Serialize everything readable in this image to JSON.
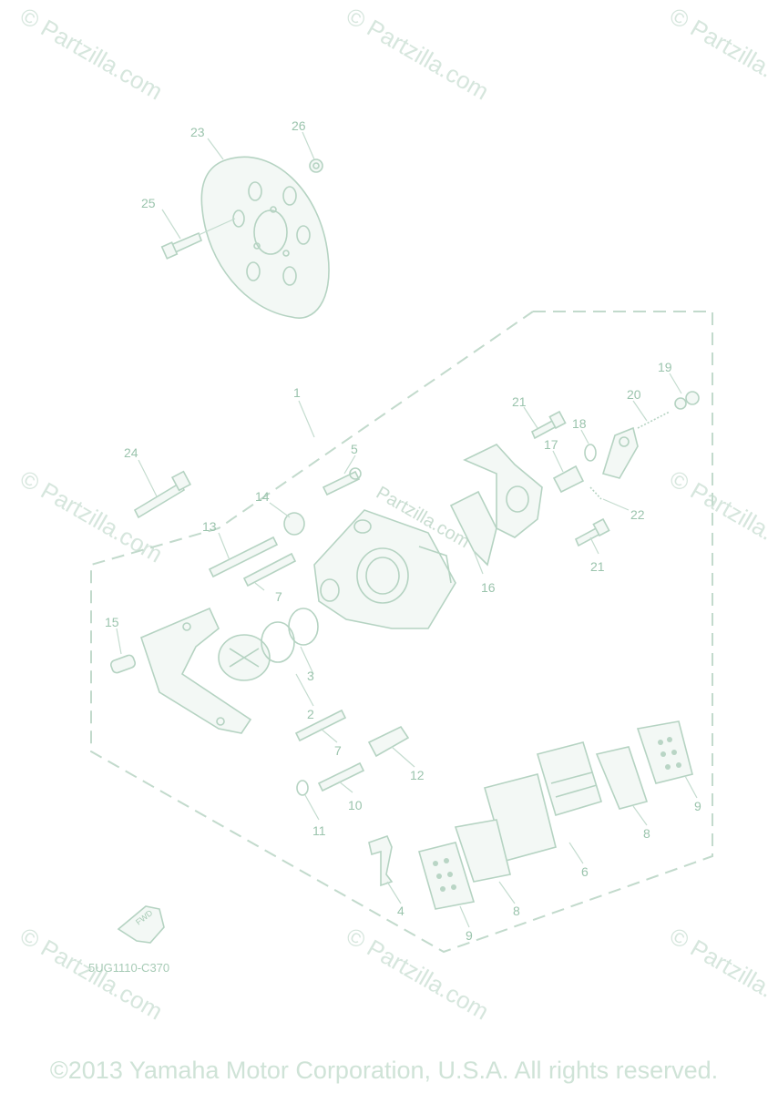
{
  "watermark": "© Partzilla.com",
  "center_watermark": "Partzilla.com",
  "diagram_code": "5UG1110-C370",
  "fwd_label": "FWD",
  "copyright": "©2013 Yamaha Motor Corporation, U.S.A. All rights reserved.",
  "callouts": [
    "1",
    "2",
    "3",
    "4",
    "5",
    "6",
    "7",
    "7",
    "8",
    "8",
    "9",
    "9",
    "10",
    "11",
    "12",
    "13",
    "14",
    "15",
    "16",
    "17",
    "18",
    "19",
    "20",
    "21",
    "21",
    "22",
    "23",
    "24",
    "25",
    "26"
  ]
}
